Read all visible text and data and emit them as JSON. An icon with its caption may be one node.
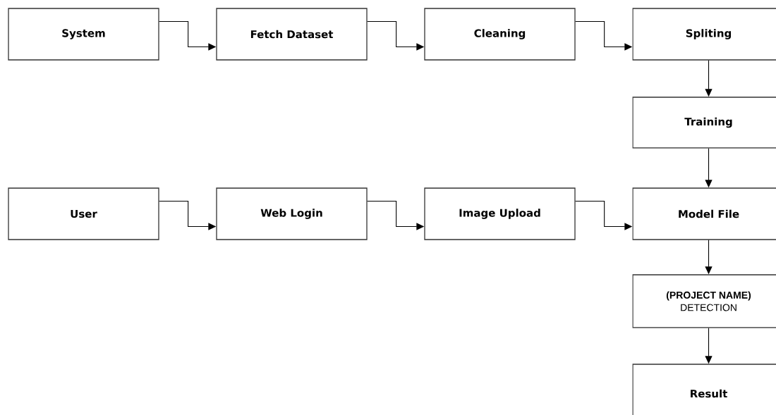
{
  "diagram": {
    "nodes": [
      {
        "text": [
          "System"
        ]
      },
      {
        "text": [
          "Fetch Dataset"
        ]
      },
      {
        "text": [
          "Cleaning"
        ]
      },
      {
        "text": [
          "Spliting"
        ]
      },
      {
        "text": [
          "Training"
        ]
      },
      {
        "text": [
          "User"
        ]
      },
      {
        "text": [
          "Web Login"
        ]
      },
      {
        "text": [
          "Image Upload"
        ]
      },
      {
        "text": [
          "Model File"
        ]
      },
      {
        "text": [
          "(PROJECT NAME)",
          "DETECTION"
        ]
      },
      {
        "text": [
          "Result"
        ]
      }
    ],
    "edges": [
      {
        "from": 0,
        "to": 1,
        "arrow": "to"
      },
      {
        "from": 1,
        "to": 2,
        "arrow": "to"
      },
      {
        "from": 2,
        "to": 3,
        "arrow": "to"
      },
      {
        "from": 3,
        "to": 4,
        "arrow": "to"
      },
      {
        "from": 4,
        "to": 8,
        "arrow": "to"
      },
      {
        "from": 5,
        "to": 6,
        "arrow": "to"
      },
      {
        "from": 6,
        "to": 7,
        "arrow": "to"
      },
      {
        "from": 7,
        "to": 8,
        "arrow": "to"
      },
      {
        "from": 8,
        "to": 9,
        "arrow": "to"
      },
      {
        "from": 9,
        "to": 10,
        "arrow": "to"
      }
    ]
  }
}
